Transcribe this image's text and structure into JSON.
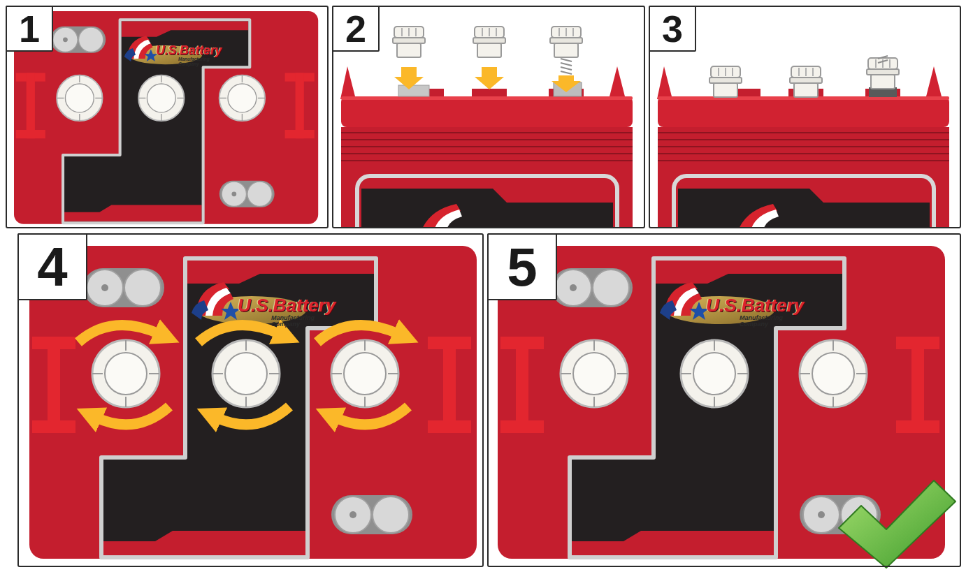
{
  "diagram": {
    "nodes": [
      {
        "text": [
          "1"
        ]
      },
      {
        "text": [
          "2"
        ]
      },
      {
        "text": [
          "3"
        ]
      },
      {
        "text": [
          "4"
        ]
      },
      {
        "text": [
          "5"
        ]
      }
    ],
    "labels": [
      "U.S.Battery",
      "Manufacturing Company",
      "U.S.Battery",
      "Manufacturing Company",
      "U.S.Battery",
      "Manufacturing Company"
    ]
  }
}
